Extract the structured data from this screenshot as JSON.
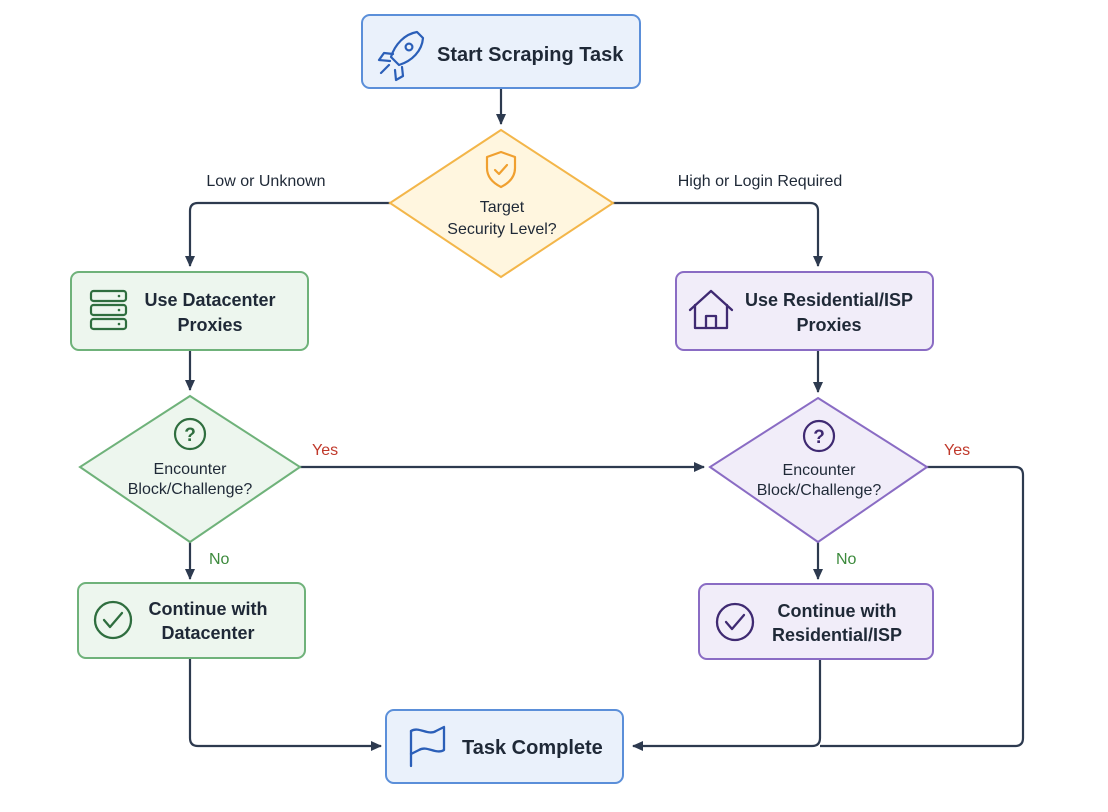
{
  "colors": {
    "connector": "#2d3a4f",
    "blue_fill": "#eaf1fb",
    "blue_stroke": "#5b8fd9",
    "blue_icon": "#2b5fb8",
    "orange_fill": "#fff6df",
    "orange_stroke": "#f3b64a",
    "orange_icon": "#f0a030",
    "green_fill": "#edf6ee",
    "green_stroke": "#6fb27a",
    "green_icon": "#2f6e3f",
    "green_label": "#3c8a3c",
    "purple_fill": "#f1edf9",
    "purple_stroke": "#8a6cc4",
    "purple_icon": "#3f2a72",
    "yes_label": "#c0392b"
  },
  "nodes": {
    "start": {
      "label": "Start Scraping Task",
      "icon": "rocket-icon"
    },
    "security_decision": {
      "lines": [
        "Target",
        "Security Level?"
      ],
      "icon": "shield-check-icon"
    },
    "datacenter": {
      "lines": [
        "Use Datacenter",
        "Proxies"
      ],
      "icon": "server-icon"
    },
    "residential": {
      "lines": [
        "Use Residential/ISP",
        "Proxies"
      ],
      "icon": "house-icon"
    },
    "dc_block_decision": {
      "lines": [
        "Encounter",
        "Block/Challenge?"
      ],
      "icon": "question-icon"
    },
    "res_block_decision": {
      "lines": [
        "Encounter",
        "Block/Challenge?"
      ],
      "icon": "question-icon"
    },
    "continue_dc": {
      "lines": [
        "Continue with",
        "Datacenter"
      ],
      "icon": "check-circle-icon"
    },
    "continue_res": {
      "lines": [
        "Continue with",
        "Residential/ISP"
      ],
      "icon": "check-circle-icon"
    },
    "complete": {
      "label": "Task Complete",
      "icon": "flag-icon"
    }
  },
  "edge_labels": {
    "low": "Low or Unknown",
    "high": "High or Login Required",
    "dc_yes": "Yes",
    "dc_no": "No",
    "res_yes": "Yes",
    "res_no": "No"
  }
}
